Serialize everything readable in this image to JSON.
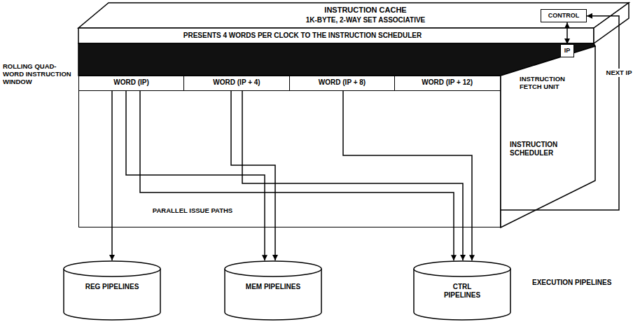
{
  "diagram": {
    "nodes": [
      {
        "text": [
          "INSTRUCTION CACHE",
          "1K-BYTE, 2-WAY SET ASSOCIATIVE",
          "PRESENTS 4 WORDS PER CLOCK TO THE INSTRUCTION SCHEDULER"
        ]
      },
      {
        "text": [
          "CONTROL"
        ]
      },
      {
        "text": [
          "IP"
        ]
      },
      {
        "text": [
          "INSTRUCTION SCHEDULER"
        ]
      },
      {
        "text": [
          "WORD (IP)"
        ],
        "in": 3
      },
      {
        "text": [
          "WORD (IP + 4)"
        ],
        "in": 3
      },
      {
        "text": [
          "WORD (IP + 8)"
        ],
        "in": 3
      },
      {
        "text": [
          "WORD (IP + 12)"
        ],
        "in": 3
      },
      {
        "text": [
          "REG PIPELINES"
        ]
      },
      {
        "text": [
          "MEM PIPELINES"
        ]
      },
      {
        "text": [
          "CTRL PIPELINES"
        ]
      }
    ],
    "edges": [
      {
        "from": 4,
        "to": 8,
        "arrow": "to"
      },
      {
        "from": 4,
        "to": 9,
        "arrow": "to"
      },
      {
        "from": 4,
        "to": 10,
        "arrow": "to"
      },
      {
        "from": 5,
        "to": 9,
        "arrow": "to"
      },
      {
        "from": 5,
        "to": 10,
        "arrow": "to"
      },
      {
        "from": 6,
        "to": 10,
        "arrow": "to"
      },
      {
        "from": 2,
        "to": 1,
        "arrow": "both"
      },
      {
        "from": 3,
        "to": 1,
        "label": "NEXT IP",
        "arrow": "to"
      }
    ],
    "labels": [
      "ROLLING QUAD-WORD INSTRUCTION WINDOW",
      "INSTRUCTION FETCH UNIT",
      "PARALLEL ISSUE PATHS",
      "EXECUTION PIPELINES"
    ]
  }
}
